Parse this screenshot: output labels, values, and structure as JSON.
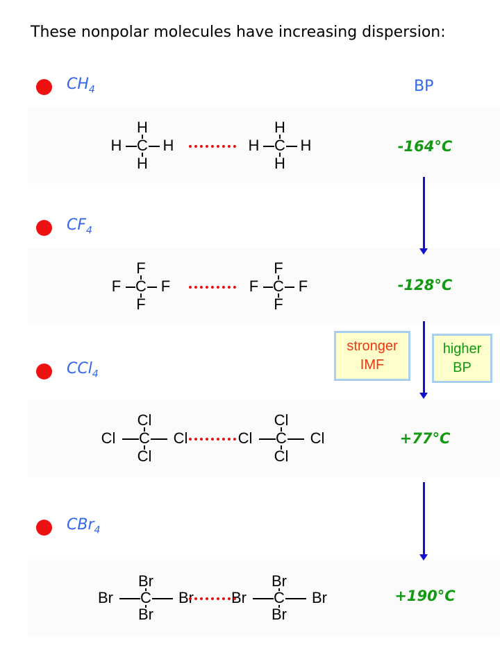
{
  "title": "These nonpolar molecules have increasing dispersion:",
  "bp_header": "BP",
  "molecules": [
    {
      "formula": "C",
      "subscript_prefix": "H",
      "count": "4",
      "center": "C",
      "substituent": "H",
      "bp": "-164°C"
    },
    {
      "formula": "C",
      "subscript_prefix": "F",
      "count": "4",
      "center": "C",
      "substituent": "F",
      "bp": "-128°C"
    },
    {
      "formula": "C",
      "subscript_prefix": "Cl",
      "count": "4",
      "center": "C",
      "substituent": "Cl",
      "bp": "+77°C"
    },
    {
      "formula": "C",
      "subscript_prefix": "Br",
      "count": "4",
      "center": "C",
      "substituent": "Br",
      "bp": "+190°C"
    }
  ],
  "boxes": {
    "imf": {
      "line1": "stronger",
      "line2": "IMF",
      "color": "#ee3311"
    },
    "bp": {
      "line1": "higher",
      "line2": "BP",
      "color": "#119911"
    }
  }
}
